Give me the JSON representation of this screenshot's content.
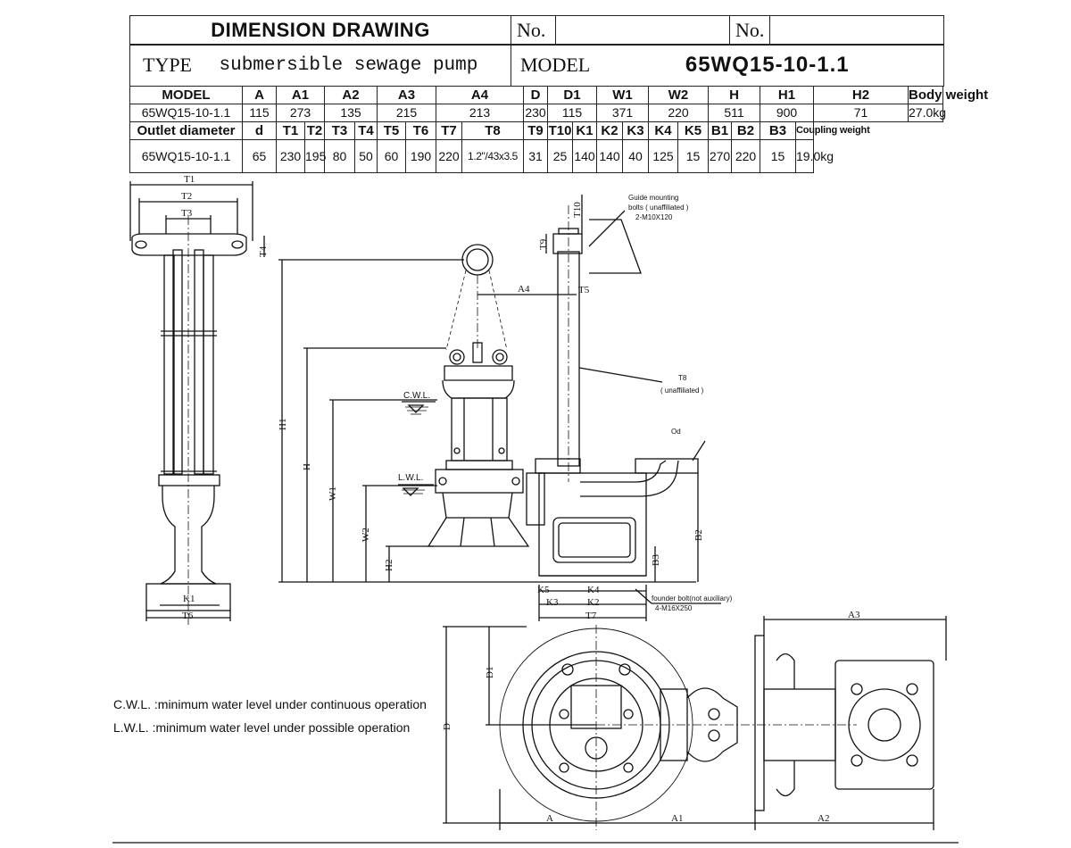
{
  "header": {
    "title": "DIMENSION DRAWING",
    "no1_label": "No.",
    "no2_label": "No.",
    "type_label": "TYPE",
    "type_value": "submersible sewage pump",
    "model_label": "MODEL",
    "model_value": "65WQ15-10-1.1"
  },
  "dims_table": {
    "row1_headers": [
      "MODEL",
      "A",
      "A1",
      "A2",
      "A3",
      "A4",
      "D",
      "D1",
      "W1",
      "W2",
      "H",
      "H1",
      "H2",
      "Body weight"
    ],
    "row1_values": [
      "65WQ15-10-1.1",
      "115",
      "273",
      "135",
      "215",
      "213",
      "230",
      "115",
      "371",
      "220",
      "511",
      "900",
      "71",
      "27.0kg"
    ],
    "row2_headers": [
      "Outlet diameter",
      "d",
      "T1",
      "T2",
      "T3",
      "T4",
      "T5",
      "T6",
      "T7",
      "T8",
      "T9",
      "T10",
      "K1",
      "K2",
      "K3",
      "K4",
      "K5",
      "B1",
      "B2",
      "B3",
      "Coupling weight"
    ],
    "row2_values": [
      "65WQ15-10-1.1",
      "65",
      "230",
      "195",
      "80",
      "50",
      "60",
      "190",
      "220",
      "1.2\"/43x3.5",
      "31",
      "25",
      "140",
      "140",
      "40",
      "125",
      "15",
      "270",
      "220",
      "15",
      "19.0kg"
    ]
  },
  "drawing_labels": {
    "T1": "T1",
    "T2": "T2",
    "T3": "T3",
    "T4": "T4",
    "T5": "T5",
    "T6": "T6",
    "T9": "T9",
    "T10": "T10",
    "K1": "K1",
    "K2": "K2",
    "K3": "K3",
    "K4": "K4",
    "K5": "K5",
    "A": "A",
    "A1": "A1",
    "A2": "A2",
    "A3": "A3",
    "A4": "A4",
    "D": "D",
    "D1": "D1",
    "H": "H",
    "H1": "H1",
    "H2": "H2",
    "W1": "W1",
    "W2": "W2",
    "B2": "B2",
    "B3": "B3",
    "T7": "T7",
    "cwl": "C.W.L.",
    "lwl": "L.W.L.",
    "guide_bolts_1": "Guide mounting",
    "guide_bolts_2": "bolts ( unaffiliated )",
    "guide_bolts_3": "2-M10X120",
    "t8_label": "T8",
    "t8_unaffiliated": "( unaffiliated )",
    "outlet_label": "Od",
    "founder_1": "founder bolt(not auxiliary)",
    "founder_2": "4-M16X250"
  },
  "notes": {
    "cwl_note": "C.W.L. :minimum water level under continuous operation",
    "lwl_note": "L.W.L. :minimum water level under possible operation"
  }
}
